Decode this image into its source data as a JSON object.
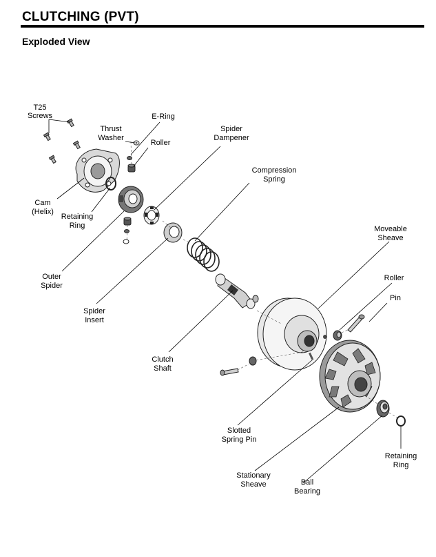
{
  "header": {
    "section_title": "CLUTCHING (PVT)",
    "subtitle": "Exploded View"
  },
  "labels": {
    "t25_screws": [
      "T25",
      "Screws"
    ],
    "thrust_washer": [
      "Thrust",
      "Washer"
    ],
    "e_ring": [
      "E-Ring"
    ],
    "roller_top": [
      "Roller"
    ],
    "spider_dampener": [
      "Spider",
      "Dampener"
    ],
    "compression_spring": [
      "Compression",
      "Spring"
    ],
    "cam_helix": [
      "Cam",
      "(Helix)"
    ],
    "retaining_ring_top": [
      "Retaining",
      "Ring"
    ],
    "outer_spider": [
      "Outer",
      "Spider"
    ],
    "spider_insert": [
      "Spider",
      "Insert"
    ],
    "clutch_shaft": [
      "Clutch",
      "Shaft"
    ],
    "moveable_sheave": [
      "Moveable",
      "Sheave"
    ],
    "roller_right": [
      "Roller"
    ],
    "pin": [
      "Pin"
    ],
    "slotted_spring_pin": [
      "Slotted",
      "Spring Pin"
    ],
    "stationary_sheave": [
      "Stationary",
      "Sheave"
    ],
    "ball_bearing": [
      "Ball",
      "Bearing"
    ],
    "retaining_ring_bottom": [
      "Retaining",
      "Ring"
    ]
  }
}
